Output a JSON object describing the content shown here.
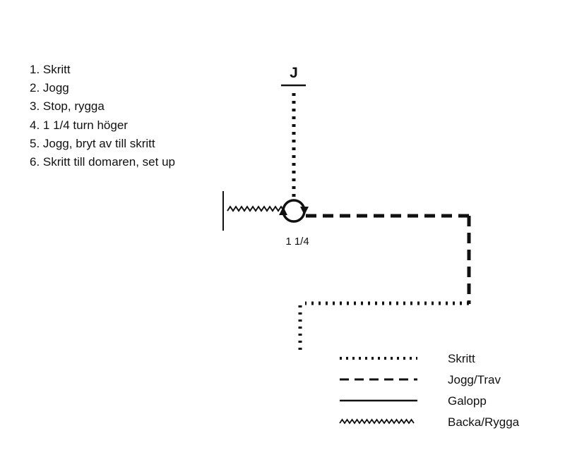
{
  "instructions": {
    "items": [
      "1. Skritt",
      "2. Jogg",
      "3. Stop, rygga",
      "4. 1 1/4 turn höger",
      "5. Jogg, bryt av till skritt",
      "6. Skritt till domaren, set up"
    ]
  },
  "judge": {
    "label": "J"
  },
  "turn": {
    "label": "1 1/4"
  },
  "legend": {
    "items": [
      {
        "line_style": "dotted",
        "label": "Skritt"
      },
      {
        "line_style": "dashed",
        "label": "Jogg/Trav"
      },
      {
        "line_style": "solid",
        "label": "Galopp"
      },
      {
        "line_style": "zigzag",
        "label": "Backa/Rygga"
      }
    ]
  },
  "colors": {
    "ink": "#111111",
    "background": "#ffffff"
  }
}
